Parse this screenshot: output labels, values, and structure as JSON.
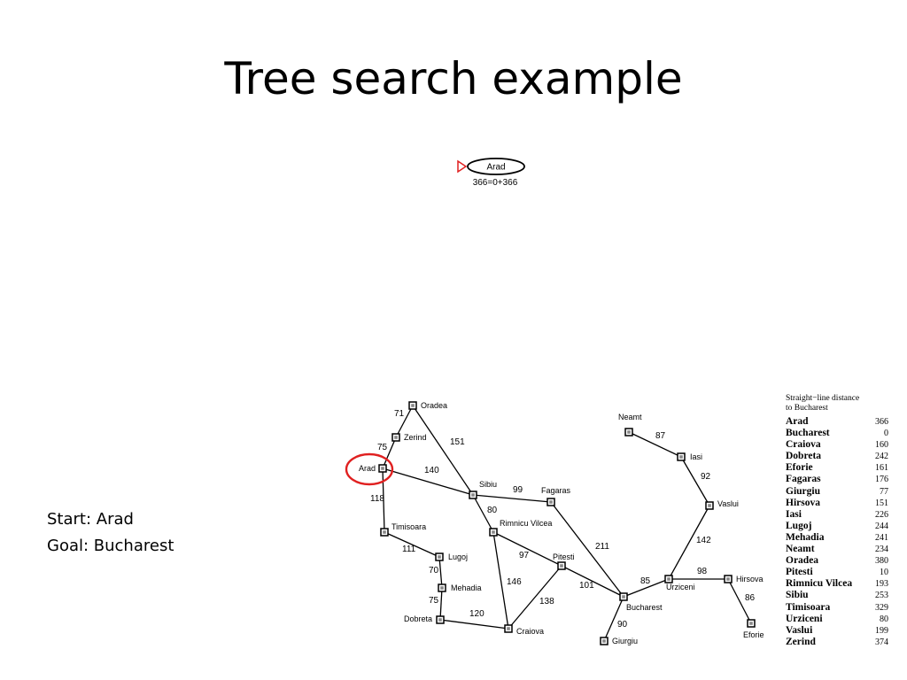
{
  "slide": {
    "title": "Tree search example",
    "start_label": "Start: Arad",
    "goal_label": "Goal: Bucharest"
  },
  "search_tree": {
    "root": {
      "name": "Arad",
      "f_value": "366=0+366"
    }
  },
  "map": {
    "highlight_color": "#e02020",
    "highlighted_city": "Arad",
    "cities": [
      {
        "id": "oradea",
        "name": "Oradea"
      },
      {
        "id": "zerind",
        "name": "Zerind"
      },
      {
        "id": "arad",
        "name": "Arad"
      },
      {
        "id": "timisoara",
        "name": "Timisoara"
      },
      {
        "id": "lugoj",
        "name": "Lugoj"
      },
      {
        "id": "mehadia",
        "name": "Mehadia"
      },
      {
        "id": "dobreta",
        "name": "Dobreta"
      },
      {
        "id": "craiova",
        "name": "Craiova"
      },
      {
        "id": "sibiu",
        "name": "Sibiu"
      },
      {
        "id": "rimnicu",
        "name": "Rimnicu Vilcea"
      },
      {
        "id": "fagaras",
        "name": "Fagaras"
      },
      {
        "id": "pitesti",
        "name": "Pitesti"
      },
      {
        "id": "bucharest",
        "name": "Bucharest"
      },
      {
        "id": "giurgiu",
        "name": "Giurgiu"
      },
      {
        "id": "urziceni",
        "name": "Urziceni"
      },
      {
        "id": "hirsova",
        "name": "Hirsova"
      },
      {
        "id": "eforie",
        "name": "Eforie"
      },
      {
        "id": "vaslui",
        "name": "Vaslui"
      },
      {
        "id": "iasi",
        "name": "Iasi"
      },
      {
        "id": "neamt",
        "name": "Neamt"
      }
    ],
    "roads": [
      {
        "from": "arad",
        "to": "zerind",
        "distance": "75"
      },
      {
        "from": "zerind",
        "to": "oradea",
        "distance": "71"
      },
      {
        "from": "oradea",
        "to": "sibiu",
        "distance": "151"
      },
      {
        "from": "arad",
        "to": "sibiu",
        "distance": "140"
      },
      {
        "from": "arad",
        "to": "timisoara",
        "distance": "118"
      },
      {
        "from": "timisoara",
        "to": "lugoj",
        "distance": "111"
      },
      {
        "from": "lugoj",
        "to": "mehadia",
        "distance": "70"
      },
      {
        "from": "mehadia",
        "to": "dobreta",
        "distance": "75"
      },
      {
        "from": "dobreta",
        "to": "craiova",
        "distance": "120"
      },
      {
        "from": "sibiu",
        "to": "fagaras",
        "distance": "99"
      },
      {
        "from": "sibiu",
        "to": "rimnicu",
        "distance": "80"
      },
      {
        "from": "rimnicu",
        "to": "pitesti",
        "distance": "97"
      },
      {
        "from": "rimnicu",
        "to": "craiova",
        "distance": "146"
      },
      {
        "from": "craiova",
        "to": "pitesti",
        "distance": "138"
      },
      {
        "from": "fagaras",
        "to": "bucharest",
        "distance": "211"
      },
      {
        "from": "pitesti",
        "to": "bucharest",
        "distance": "101"
      },
      {
        "from": "bucharest",
        "to": "giurgiu",
        "distance": "90"
      },
      {
        "from": "bucharest",
        "to": "urziceni",
        "distance": "85"
      },
      {
        "from": "urziceni",
        "to": "hirsova",
        "distance": "98"
      },
      {
        "from": "hirsova",
        "to": "eforie",
        "distance": "86"
      },
      {
        "from": "urziceni",
        "to": "vaslui",
        "distance": "142"
      },
      {
        "from": "vaslui",
        "to": "iasi",
        "distance": "92"
      },
      {
        "from": "iasi",
        "to": "neamt",
        "distance": "87"
      }
    ]
  },
  "straight_line_table": {
    "heading_line1": "Straight−line distance",
    "heading_line2": "to Bucharest",
    "rows": [
      {
        "city": "Arad",
        "value": "366"
      },
      {
        "city": "Bucharest",
        "value": "0"
      },
      {
        "city": "Craiova",
        "value": "160"
      },
      {
        "city": "Dobreta",
        "value": "242"
      },
      {
        "city": "Eforie",
        "value": "161"
      },
      {
        "city": "Fagaras",
        "value": "176"
      },
      {
        "city": "Giurgiu",
        "value": "77"
      },
      {
        "city": "Hirsova",
        "value": "151"
      },
      {
        "city": "Iasi",
        "value": "226"
      },
      {
        "city": "Lugoj",
        "value": "244"
      },
      {
        "city": "Mehadia",
        "value": "241"
      },
      {
        "city": "Neamt",
        "value": "234"
      },
      {
        "city": "Oradea",
        "value": "380"
      },
      {
        "city": "Pitesti",
        "value": "10"
      },
      {
        "city": "Rimnicu Vilcea",
        "value": "193"
      },
      {
        "city": "Sibiu",
        "value": "253"
      },
      {
        "city": "Timisoara",
        "value": "329"
      },
      {
        "city": "Urziceni",
        "value": "80"
      },
      {
        "city": "Vaslui",
        "value": "199"
      },
      {
        "city": "Zerind",
        "value": "374"
      }
    ]
  }
}
